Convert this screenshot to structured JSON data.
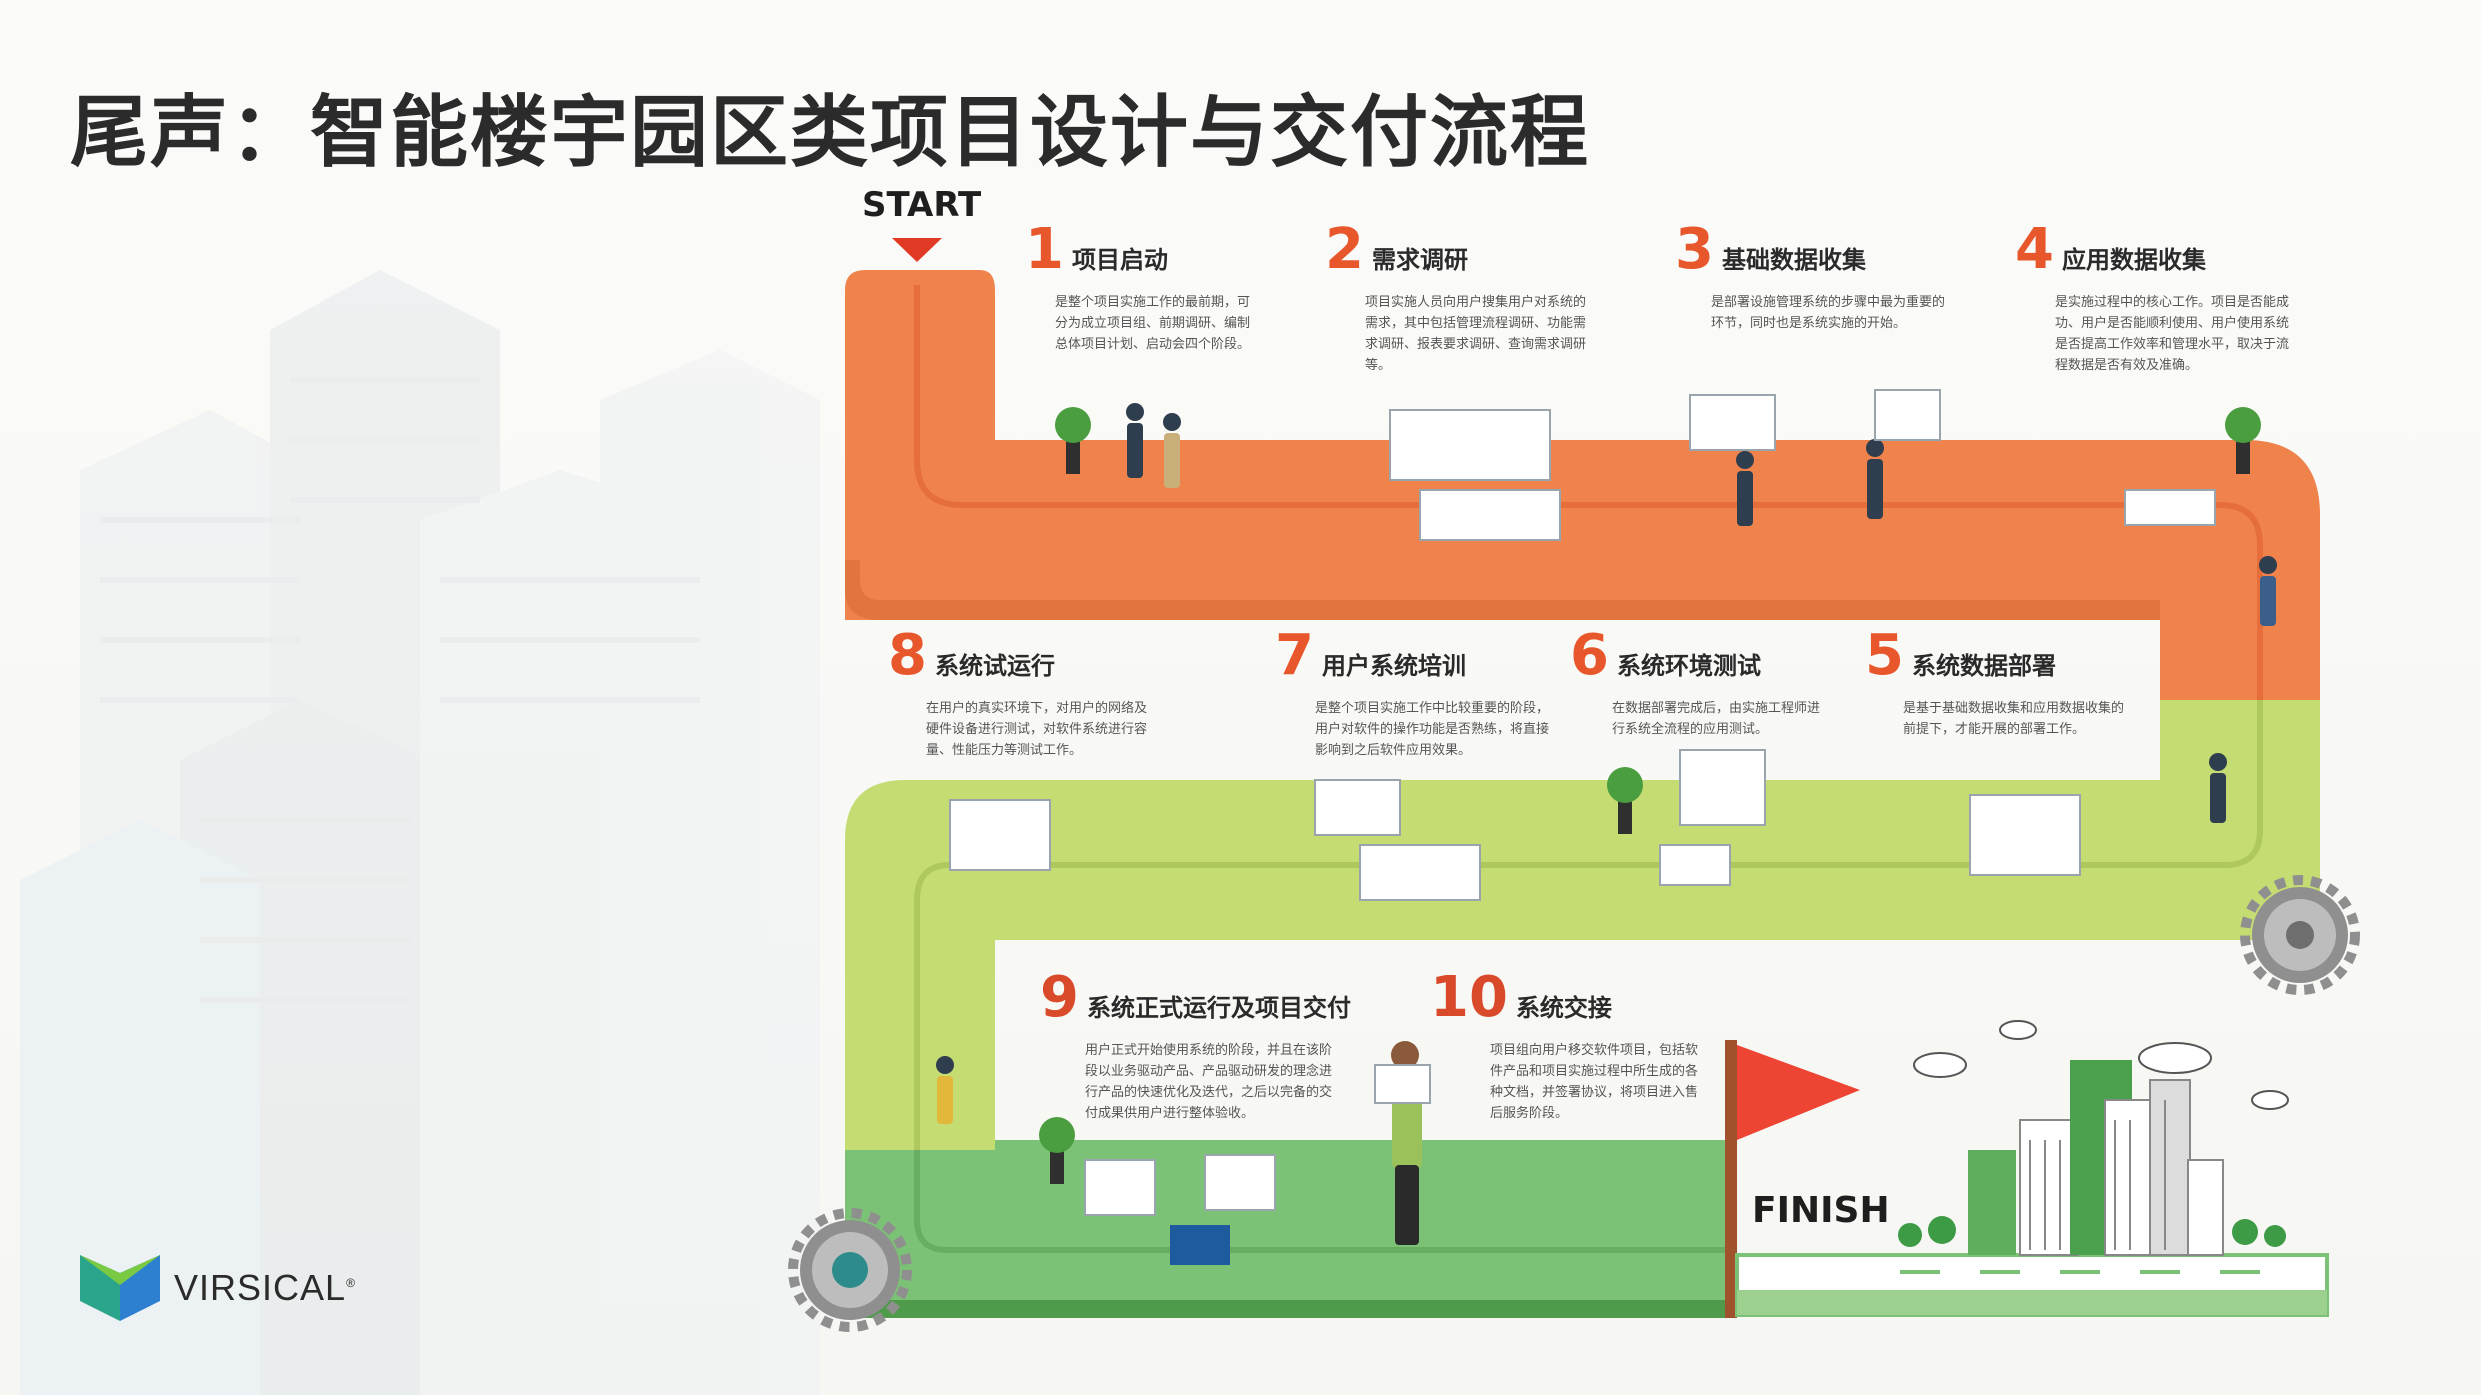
{
  "title": "尾声：智能楼宇园区类项目设计与交付流程",
  "start_label": "START",
  "finish_label": "FINISH",
  "brand": {
    "name": "VIRSICAL",
    "mark": "®"
  },
  "colors": {
    "orange": "#f0824b",
    "light_green": "#c5dc73",
    "green": "#7cc276",
    "flag": "#ee4433",
    "number": "#e8562b"
  },
  "steps": [
    {
      "num": "1",
      "title": "项目启动",
      "desc": "是整个项目实施工作的最前期，可分为成立项目组、前期调研、编制总体项目计划、启动会四个阶段。"
    },
    {
      "num": "2",
      "title": "需求调研",
      "desc": "项目实施人员向用户搜集用户对系统的需求，其中包括管理流程调研、功能需求调研、报表要求调研、查询需求调研等。"
    },
    {
      "num": "3",
      "title": "基础数据收集",
      "desc": "是部署设施管理系统的步骤中最为重要的环节，同时也是系统实施的开始。"
    },
    {
      "num": "4",
      "title": "应用数据收集",
      "desc": "是实施过程中的核心工作。项目是否能成功、用户是否能顺利使用、用户使用系统是否提高工作效率和管理水平，取决于流程数据是否有效及准确。"
    },
    {
      "num": "5",
      "title": "系统数据部署",
      "desc": "是基于基础数据收集和应用数据收集的前提下，才能开展的部署工作。"
    },
    {
      "num": "6",
      "title": "系统环境测试",
      "desc": "在数据部署完成后，由实施工程师进行系统全流程的应用测试。"
    },
    {
      "num": "7",
      "title": "用户系统培训",
      "desc": "是整个项目实施工作中比较重要的阶段，用户对软件的操作功能是否熟练，将直接影响到之后软件应用效果。"
    },
    {
      "num": "8",
      "title": "系统试运行",
      "desc": "在用户的真实环境下，对用户的网络及硬件设备进行测试，对软件系统进行容量、性能压力等测试工作。"
    },
    {
      "num": "9",
      "title": "系统正式运行及项目交付",
      "desc": "用户正式开始使用系统的阶段，并且在该阶段以业务驱动产品、产品驱动研发的理念进行产品的快速优化及迭代，之后以完备的交付成果供用户进行整体验收。"
    },
    {
      "num": "10",
      "title": "系统交接",
      "desc": "项目组向用户移交软件项目，包括软件产品和项目实施过程中所生成的各种文档，并签署协议，将项目进入售后服务阶段。"
    }
  ],
  "icons": [
    "start-marker-icon",
    "finish-flag-icon",
    "gear-icon",
    "tree-icon",
    "person-icon",
    "office-desk-icon",
    "city-skyline-icon",
    "cloud-icon",
    "brand-logo-icon"
  ]
}
